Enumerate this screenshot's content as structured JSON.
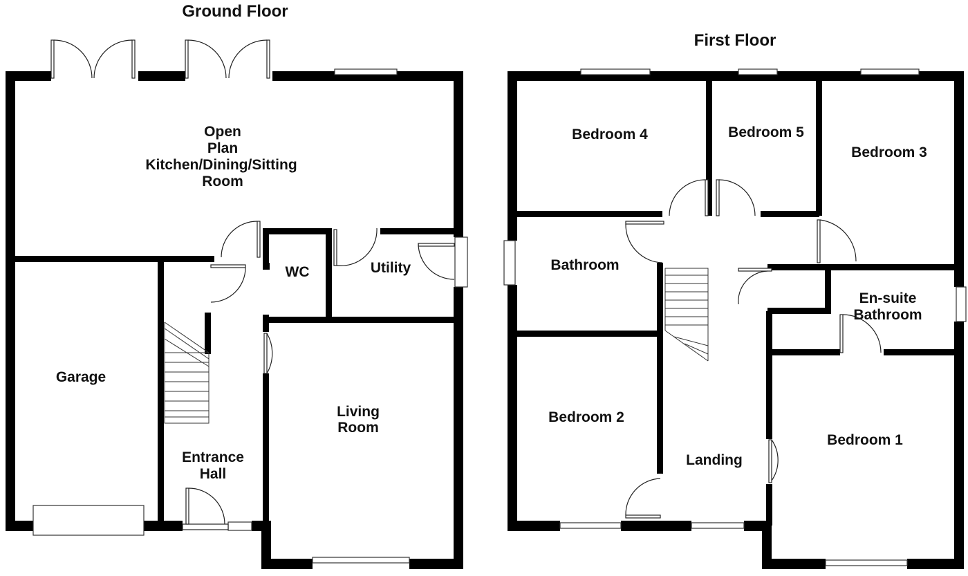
{
  "ground_floor": {
    "title": "Ground Floor",
    "rooms": {
      "kitchen": [
        "Open",
        "Plan",
        "Kitchen/Dining/Sitting",
        "Room"
      ],
      "wc": "WC",
      "utility": "Utility",
      "garage": "Garage",
      "living": [
        "Living",
        "Room"
      ],
      "hall": [
        "Entrance",
        "Hall"
      ]
    }
  },
  "first_floor": {
    "title": "First Floor",
    "rooms": {
      "bedroom4": "Bedroom 4",
      "bedroom5": "Bedroom 5",
      "bedroom3": "Bedroom 3",
      "bathroom": "Bathroom",
      "ensuite": [
        "En-suite",
        "Bathroom"
      ],
      "bedroom2": "Bedroom 2",
      "landing": "Landing",
      "bedroom1": "Bedroom 1"
    }
  }
}
